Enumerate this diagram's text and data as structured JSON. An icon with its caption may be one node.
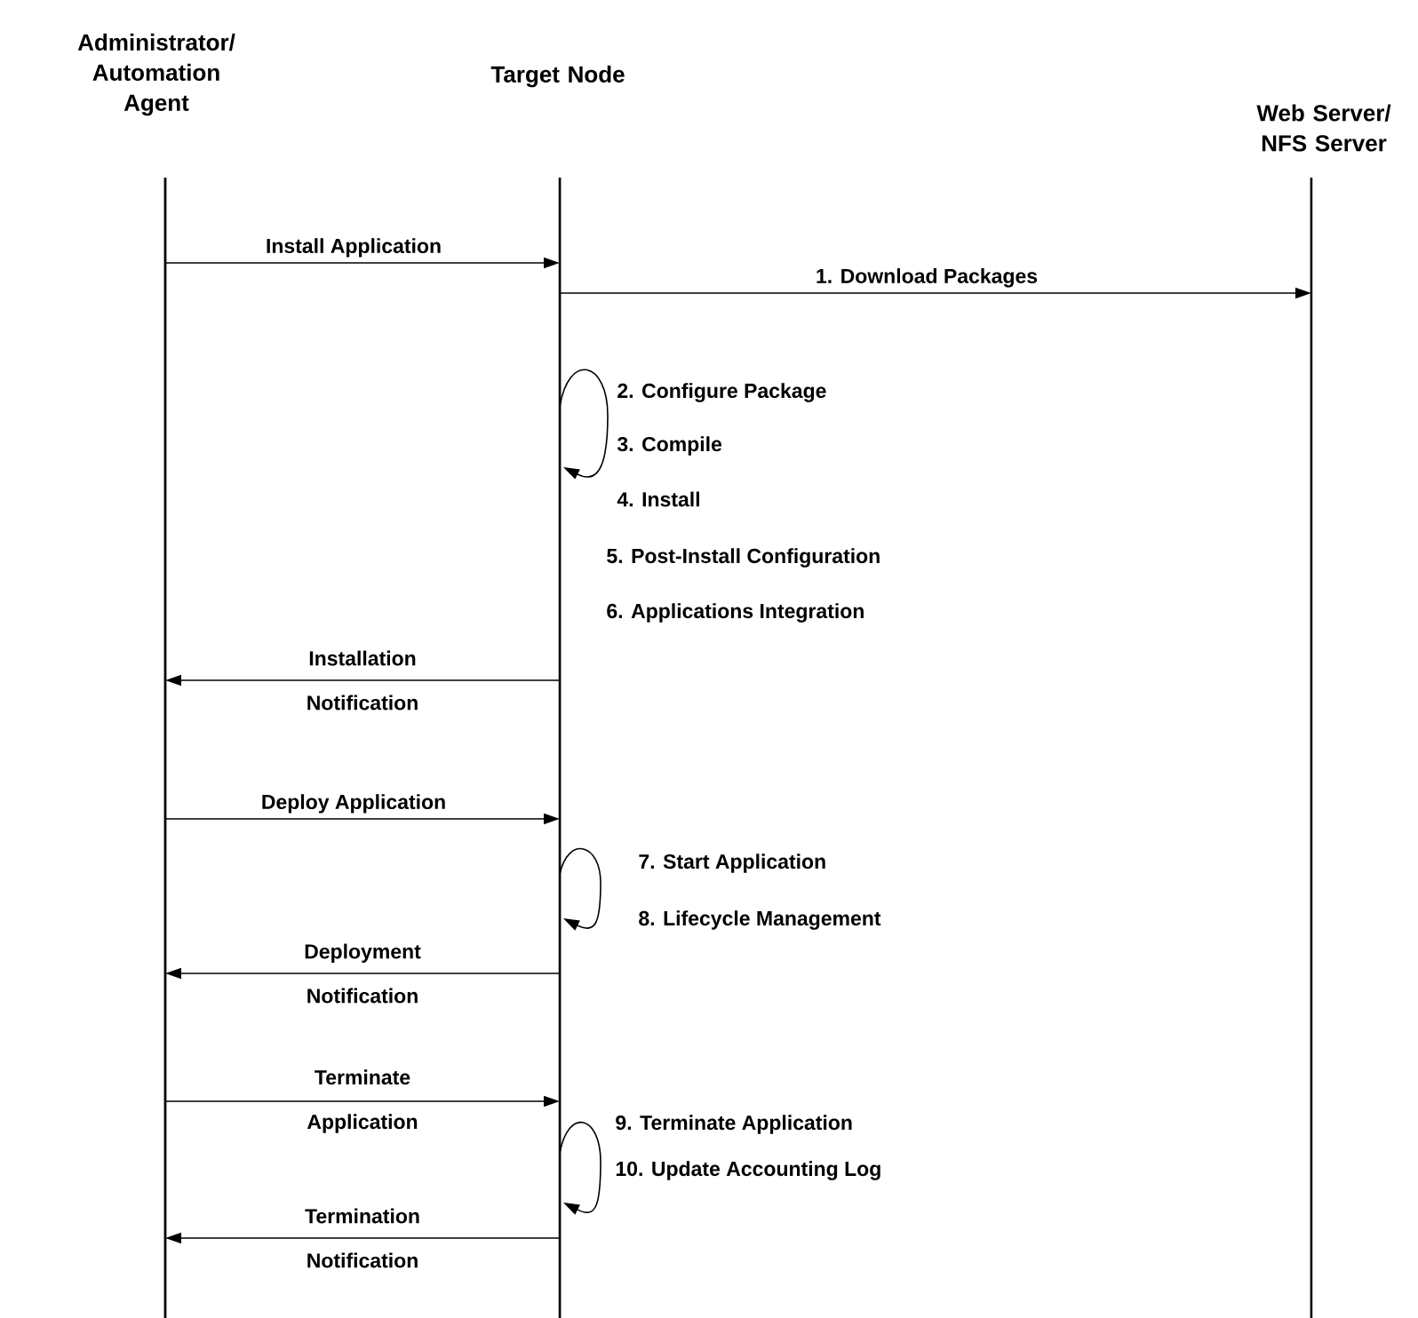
{
  "diagram": {
    "nodes": [
      {
        "text": [
          "Administrator/ Automation Agent"
        ]
      },
      {
        "text": [
          "Target Node"
        ]
      },
      {
        "text": [
          "Web Server/ NFS Server"
        ]
      }
    ],
    "edges": [
      {
        "from": 0,
        "to": 1,
        "arrow": "to",
        "label": "Install Application"
      },
      {
        "from": 1,
        "to": 2,
        "arrow": "to",
        "label": "1. Download Packages"
      },
      {
        "from": 1,
        "to": 1,
        "arrow": "to"
      },
      {
        "from": 1,
        "to": 0,
        "arrow": "to",
        "label": "Installation Notification"
      },
      {
        "from": 0,
        "to": 1,
        "arrow": "to",
        "label": "Deploy Application"
      },
      {
        "from": 1,
        "to": 1,
        "arrow": "to"
      },
      {
        "from": 1,
        "to": 0,
        "arrow": "to",
        "label": "Deployment Notification"
      },
      {
        "from": 0,
        "to": 1,
        "arrow": "to",
        "label": "Terminate Application"
      },
      {
        "from": 1,
        "to": 1,
        "arrow": "to"
      },
      {
        "from": 1,
        "to": 0,
        "arrow": "to",
        "label": "Termination Notification"
      }
    ],
    "labels": [
      "2. Configure Package",
      "3. Compile",
      "4. Install",
      "5. Post-Install Configuration",
      "6. Applications Integration",
      "7. Start Application",
      "8. Lifecycle Management",
      "9. Terminate Application",
      "10. Update Accounting Log"
    ]
  }
}
